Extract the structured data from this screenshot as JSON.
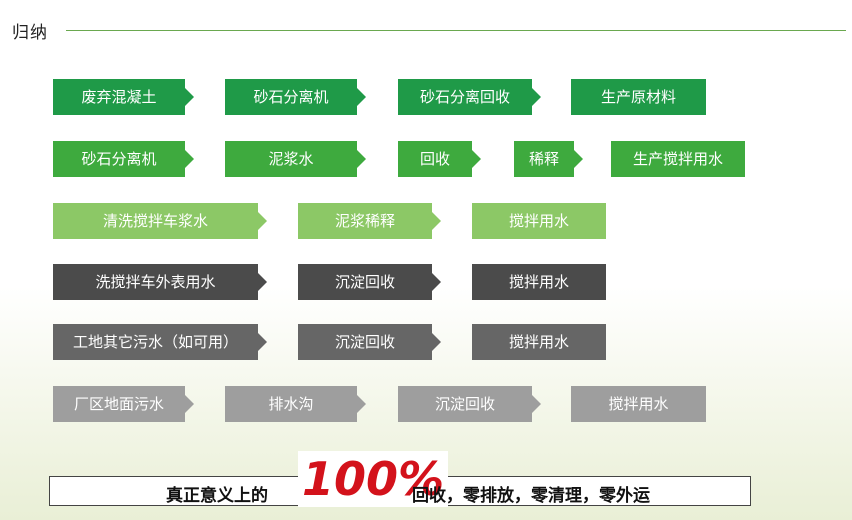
{
  "header": {
    "title": "归纳"
  },
  "rows": [
    [
      "废弃混凝土",
      "砂石分离机",
      "砂石分离回收",
      "生产原材料"
    ],
    [
      "砂石分离机",
      "泥浆水",
      "回收",
      "稀释",
      "生产搅拌用水"
    ],
    [
      "清洗搅拌车浆水",
      "泥浆稀释",
      "搅拌用水"
    ],
    [
      "洗搅拌车外表用水",
      "沉淀回收",
      "搅拌用水"
    ],
    [
      "工地其它污水（如可用）",
      "沉淀回收",
      "搅拌用水"
    ],
    [
      "厂区地面污水",
      "排水沟",
      "沉淀回收",
      "搅拌用水"
    ]
  ],
  "colors": {
    "row1": "#1f9a48",
    "row2": "#3eaa3e",
    "row3": "#8cc866",
    "row4": "#4b4b4b",
    "row5": "#666666",
    "row6": "#9e9e9e",
    "header_rule": "#6aa84f",
    "percent": "#d3121b"
  },
  "slogan": {
    "prefix": "真正意义上的",
    "percent": "100%",
    "suffix": "回收，零排放，零清理，零外运"
  }
}
